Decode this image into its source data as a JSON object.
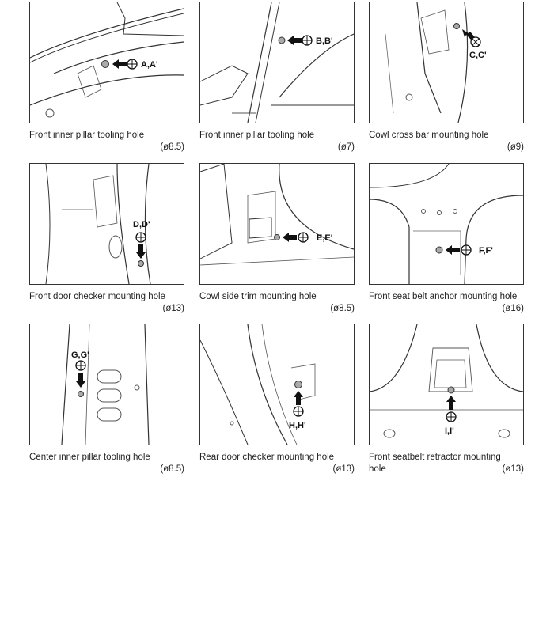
{
  "panels": [
    {
      "title": "Front inner pillar tooling hole",
      "size": "(ø8.5)",
      "label": "A,A'"
    },
    {
      "title": "Front inner pillar tooling hole",
      "size": "(ø7)",
      "label": "B,B'"
    },
    {
      "title": "Cowl cross bar mounting hole",
      "size": "(ø9)",
      "label": "C,C'"
    },
    {
      "title": "Front door checker mounting hole",
      "size": "(ø13)",
      "label": "D,D'"
    },
    {
      "title": "Cowl side trim mounting hole",
      "size": "(ø8.5)",
      "label": "E,E'"
    },
    {
      "title": "Front seat belt anchor mounting hole",
      "size": "(ø16)",
      "label": "F,F'"
    },
    {
      "title": "Center inner pillar tooling hole",
      "size": "(ø8.5)",
      "label": "G,G'"
    },
    {
      "title": "Rear door checker mounting hole",
      "size": "(ø13)",
      "label": "H,H'"
    },
    {
      "title": "Front seatbelt retractor mounting",
      "title2": "hole",
      "size": "(ø13)",
      "label": "I,I'"
    }
  ]
}
